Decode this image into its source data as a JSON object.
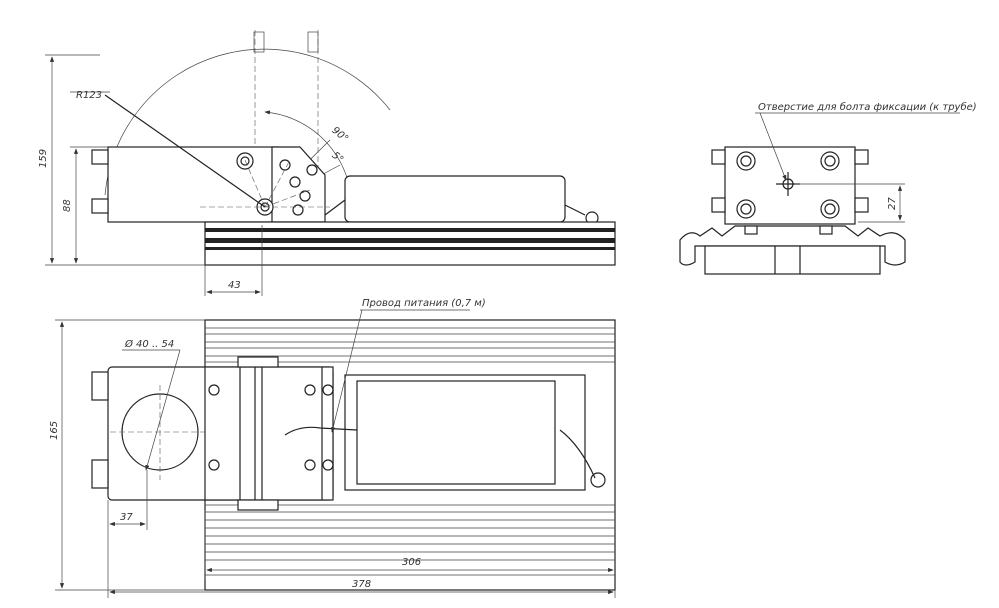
{
  "drawing": {
    "side_view": {
      "radius_label": "R123",
      "height_total": "159",
      "height_bracket": "88",
      "offset": "43",
      "angle_max": "90°",
      "angle_step": "5°"
    },
    "front_view": {
      "hole_note": "Отверстие для болта фиксации (к трубе)",
      "hole_height": "27"
    },
    "top_view": {
      "pipe_diameter": "Ø 40 .. 54",
      "cable_note": "Провод питания (0,7 м)",
      "width": "165",
      "clamp_offset": "37",
      "body_length": "306",
      "total_length": "378"
    }
  }
}
